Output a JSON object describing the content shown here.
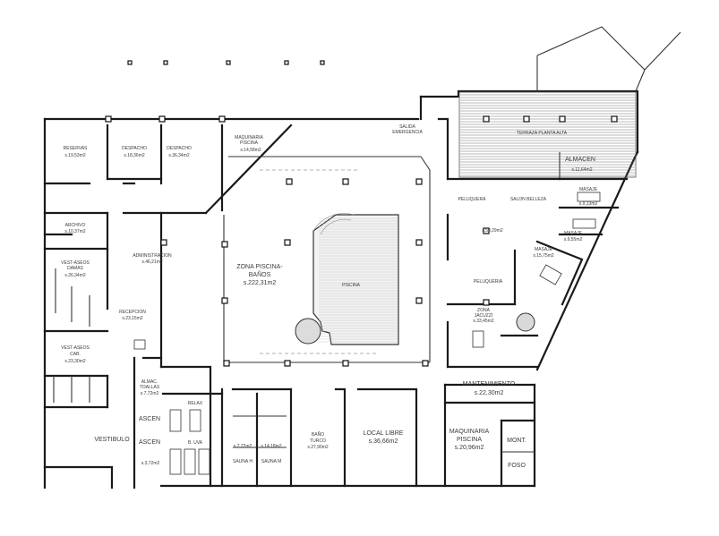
{
  "rooms": {
    "reservas": {
      "name": "RESERVAS",
      "area": "s.19,53m2"
    },
    "despacho1": {
      "name": "DESPACHO",
      "area": "s.18,36m2"
    },
    "despacho2": {
      "name": "DESPACHO",
      "area": "s.36,34m2"
    },
    "maquinaria_piscina_top": {
      "name": "MAQUINARIA\nPISCINA",
      "area": "s.14,58m2"
    },
    "archivo": {
      "name": "ARCHIVO",
      "area": "s.10,37m2"
    },
    "administracion": {
      "name": "ADMINISTRACION",
      "area": "s.46,21m2"
    },
    "vest_damas": {
      "name": "VEST-ASEOS\nDAMAS",
      "area": "s.26,34m2"
    },
    "recepcion": {
      "name": "RECEPCION",
      "area": "s.23,15m2"
    },
    "vest_cab": {
      "name": "VEST-ASEOS\nCAB.",
      "area": "s.23,30m2"
    },
    "zona_piscina": {
      "name": "ZONA PISCINA-\nBAÑOS",
      "area": "s.222,31m2"
    },
    "piscina": {
      "name": "PISCINA"
    },
    "almacen": {
      "name": "ALMACEN",
      "area": "s.11,64m2"
    },
    "peluquera": {
      "name": "PELUQUERA"
    },
    "salon_belleza": {
      "name": "SALON BELLEZA"
    },
    "centro_area": {
      "area": "s.59,29m2"
    },
    "masaje1": {
      "name": "MASAJE",
      "area": "s.9,13m2"
    },
    "masaje2": {
      "name": "MASAJE",
      "area": "s.9,55m2"
    },
    "masaje3": {
      "name": "MASAJE",
      "area": "s.15,75m2"
    },
    "peluqueria": {
      "name": "PELUQUERIA"
    },
    "zona_jacuzzi": {
      "name": "ZONA\nJACUZZI",
      "area": "s.33,45m2"
    },
    "mantenimiento": {
      "name": "MANTENIMIENTO",
      "area": "s.22,30m2"
    },
    "maquinaria_piscina_bottom": {
      "name": "MAQUINARIA\nPISCINA",
      "area": "s.20,96m2"
    },
    "mont": {
      "name": "MONT."
    },
    "foso": {
      "name": "FOSO"
    },
    "local_libre": {
      "name": "LOCAL LIBRE",
      "area": "s.36,66m2"
    },
    "bano_turco": {
      "name": "BAÑO\nTURCO",
      "area": "s.27,90m2"
    },
    "vestibulo": {
      "name": "VESTIBULO"
    },
    "ascen1": {
      "name": "ASCEN"
    },
    "ascen2": {
      "name": "ASCEN"
    },
    "almac_toallas": {
      "name": "ALMAC.\nTOALLAS",
      "area": "s.7,72m2"
    },
    "relax": {
      "name": "RELAX"
    },
    "b_uva": {
      "name": "B. UVA"
    },
    "sauna_h": {
      "name": "SAUNA H",
      "area": "s.7,72m2"
    },
    "sauna_m": {
      "name": "SAUNA M",
      "area": "s.14,18m2"
    },
    "small_bottom": {
      "area": "s.3,72m2"
    },
    "salida_emergencia": {
      "name": "SALIDA\nEMERGENCIA"
    },
    "terraza": {
      "name": "TERRAZA PLANTA ALTA"
    }
  }
}
